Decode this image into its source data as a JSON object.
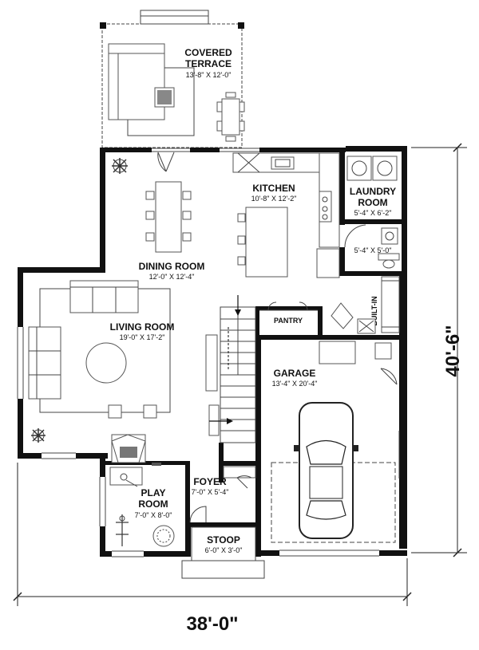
{
  "rooms": {
    "covered_terrace": {
      "name_line1": "COVERED",
      "name_line2": "TERRACE",
      "size": "13'-8\" X 12'-0\""
    },
    "kitchen": {
      "name": "KITCHEN",
      "size": "10'-8\" X 12'-2\""
    },
    "laundry": {
      "name_line1": "LAUNDRY",
      "name_line2": "ROOM",
      "size": "5'-4\" X 6'-2\""
    },
    "bath": {
      "size": "5'-4\" X 5'-0\""
    },
    "dining": {
      "name": "DINING ROOM",
      "size": "12'-0\" X 12'-4\""
    },
    "living": {
      "name": "LIVING ROOM",
      "size": "19'-0\" X 17'-2\""
    },
    "garage": {
      "name": "GARAGE",
      "size": "13'-4\" X 20'-4\""
    },
    "foyer": {
      "name": "FOYER",
      "size": "7'-0\" X 5'-4\""
    },
    "play": {
      "name_line1": "PLAY",
      "name_line2": "ROOM",
      "size": "7'-0\" X 8'-0\""
    },
    "stoop": {
      "name": "STOOP",
      "size": "6'-0\" X 3'-0\""
    }
  },
  "labels": {
    "pantry": "PANTRY",
    "built_in": "BUILT-IN"
  },
  "dimensions": {
    "width": "38'-0\"",
    "depth": "40'-6\""
  }
}
